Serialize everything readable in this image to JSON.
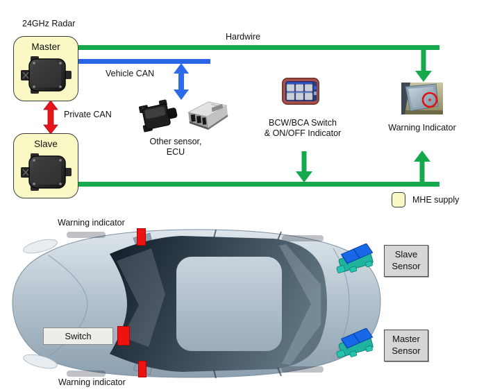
{
  "diagram": {
    "radar_title": "24GHz Radar",
    "master_label": "Master",
    "slave_label": "Slave",
    "private_can_label": "Private CAN",
    "hardwire_label": "Hardwire",
    "vehicle_can_label": "Vehicle CAN",
    "other_sensor_line1": "Other sensor,",
    "other_sensor_line2": "ECU",
    "bcw_line1": "BCW/BCA Switch",
    "bcw_line2": "& ON/OFF Indicator",
    "warning_indicator_label": "Warning Indicator",
    "mhe_supply_label": "MHE supply",
    "colors": {
      "hardwire_green": "#15A84D",
      "vehicle_can_blue": "#2A65E6",
      "private_can_red": "#E8141C",
      "mhe_yellow": "#FAF9C5"
    }
  },
  "car_view": {
    "warning_indicator_top_label": "Warning indicator",
    "warning_indicator_bottom_label": "Warning indicator",
    "switch_label": "Switch",
    "slave_sensor_line1": "Slave",
    "slave_sensor_line2": "Sensor",
    "master_sensor_line1": "Master",
    "master_sensor_line2": "Sensor"
  }
}
